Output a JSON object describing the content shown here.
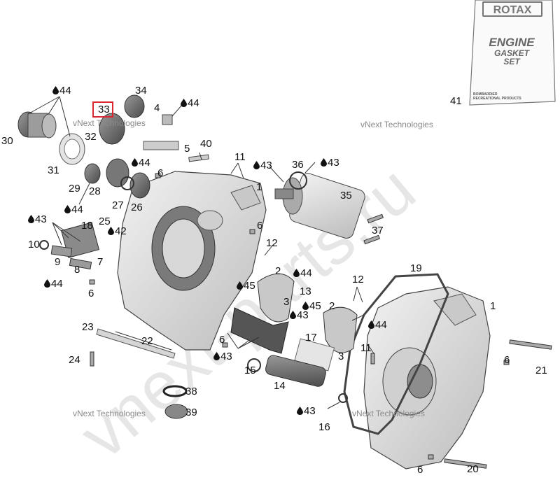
{
  "watermark_brand": "vNext Technologies",
  "big_watermark": "vnext-parts.ru",
  "gasket_box": {
    "brand": "ROTAX",
    "title_line1": "ENGINE",
    "title_line2": "GASKET",
    "title_line3": "SET",
    "footer_line1": "BOMBARDIER",
    "footer_line2": "RECREATIONAL PRODUCTS"
  },
  "highlighted_callout": "33",
  "callouts": [
    {
      "id": "34",
      "text": "34",
      "drop": false
    },
    {
      "id": "44a",
      "text": "44",
      "drop": true
    },
    {
      "id": "33",
      "text": "33",
      "drop": false
    },
    {
      "id": "4",
      "text": "4",
      "drop": false
    },
    {
      "id": "44b",
      "text": "44",
      "drop": true
    },
    {
      "id": "30",
      "text": "30",
      "drop": false
    },
    {
      "id": "32",
      "text": "32",
      "drop": false
    },
    {
      "id": "5",
      "text": "5",
      "drop": false
    },
    {
      "id": "40",
      "text": "40",
      "drop": false
    },
    {
      "id": "11a",
      "text": "11",
      "drop": false
    },
    {
      "id": "31",
      "text": "31",
      "drop": false
    },
    {
      "id": "44c",
      "text": "44",
      "drop": true
    },
    {
      "id": "6a",
      "text": "6",
      "drop": false
    },
    {
      "id": "43a",
      "text": "43",
      "drop": true
    },
    {
      "id": "36",
      "text": "36",
      "drop": false
    },
    {
      "id": "43b",
      "text": "43",
      "drop": true
    },
    {
      "id": "29",
      "text": "29",
      "drop": false
    },
    {
      "id": "28",
      "text": "28",
      "drop": false
    },
    {
      "id": "1a",
      "text": "1",
      "drop": false
    },
    {
      "id": "35",
      "text": "35",
      "drop": false
    },
    {
      "id": "44d",
      "text": "44",
      "drop": true
    },
    {
      "id": "27",
      "text": "27",
      "drop": false
    },
    {
      "id": "26",
      "text": "26",
      "drop": false
    },
    {
      "id": "43c",
      "text": "43",
      "drop": true
    },
    {
      "id": "18",
      "text": "18",
      "drop": false
    },
    {
      "id": "25",
      "text": "25",
      "drop": false
    },
    {
      "id": "42",
      "text": "42",
      "drop": true
    },
    {
      "id": "6b",
      "text": "6",
      "drop": false
    },
    {
      "id": "37",
      "text": "37",
      "drop": false
    },
    {
      "id": "10",
      "text": "10",
      "drop": false
    },
    {
      "id": "12a",
      "text": "12",
      "drop": false
    },
    {
      "id": "9",
      "text": "9",
      "drop": false
    },
    {
      "id": "7",
      "text": "7",
      "drop": false
    },
    {
      "id": "19",
      "text": "19",
      "drop": false
    },
    {
      "id": "2a",
      "text": "2",
      "drop": false
    },
    {
      "id": "44e",
      "text": "44",
      "drop": true
    },
    {
      "id": "8",
      "text": "8",
      "drop": false
    },
    {
      "id": "44f",
      "text": "44",
      "drop": true
    },
    {
      "id": "12b",
      "text": "12",
      "drop": false
    },
    {
      "id": "45a",
      "text": "45",
      "drop": true
    },
    {
      "id": "13",
      "text": "13",
      "drop": false
    },
    {
      "id": "6c",
      "text": "6",
      "drop": false
    },
    {
      "id": "3a",
      "text": "3",
      "drop": false
    },
    {
      "id": "45b",
      "text": "45",
      "drop": true
    },
    {
      "id": "2b",
      "text": "2",
      "drop": false
    },
    {
      "id": "1b",
      "text": "1",
      "drop": false
    },
    {
      "id": "43d",
      "text": "43",
      "drop": true
    },
    {
      "id": "44g",
      "text": "44",
      "drop": true
    },
    {
      "id": "23",
      "text": "23",
      "drop": false
    },
    {
      "id": "17",
      "text": "17",
      "drop": false
    },
    {
      "id": "22",
      "text": "22",
      "drop": false
    },
    {
      "id": "6d",
      "text": "6",
      "drop": false
    },
    {
      "id": "11b",
      "text": "11",
      "drop": false
    },
    {
      "id": "43e",
      "text": "43",
      "drop": true
    },
    {
      "id": "3b",
      "text": "3",
      "drop": false
    },
    {
      "id": "24",
      "text": "24",
      "drop": false
    },
    {
      "id": "15",
      "text": "15",
      "drop": false
    },
    {
      "id": "6e",
      "text": "6",
      "drop": false
    },
    {
      "id": "21",
      "text": "21",
      "drop": false
    },
    {
      "id": "14",
      "text": "14",
      "drop": false
    },
    {
      "id": "38",
      "text": "38",
      "drop": false
    },
    {
      "id": "39",
      "text": "39",
      "drop": false
    },
    {
      "id": "43f",
      "text": "43",
      "drop": true
    },
    {
      "id": "16",
      "text": "16",
      "drop": false
    },
    {
      "id": "41",
      "text": "41",
      "drop": false
    },
    {
      "id": "6f",
      "text": "6",
      "drop": false
    },
    {
      "id": "20",
      "text": "20",
      "drop": false
    }
  ]
}
